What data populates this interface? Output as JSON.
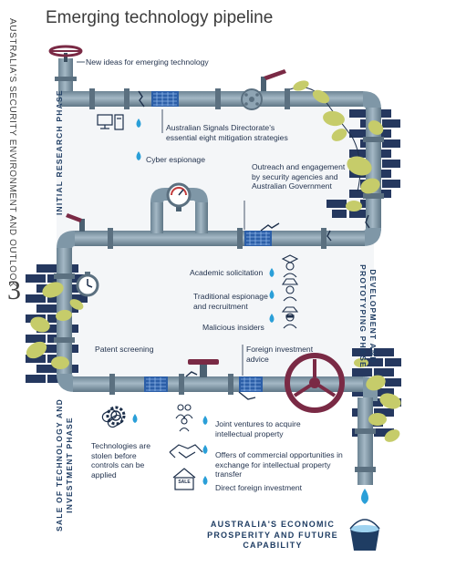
{
  "title": "Emerging technology pipeline",
  "side_label": "AUSTRALIA'S SECURITY ENVIRONMENT AND OUTLOOK",
  "page_number": "3",
  "phases": {
    "initial": "INITIAL RESEARCH PHASE",
    "development": "DEVELOPMENT AND PROTOTYPING PHASE",
    "sale": "SALE OF TECHNOLOGY AND INVESTMENT PHASE"
  },
  "labels": {
    "new_ideas": "New ideas for emerging technology",
    "asd": "Australian Signals Directorate's essential eight mitigation strategies",
    "cyber": "Cyber espionage",
    "outreach": "Outreach and engagement by security agencies and Australian Government",
    "academic": "Academic solicitation",
    "traditional": "Traditional espionage and recruitment",
    "insiders": "Malicious insiders",
    "patent": "Patent screening",
    "foreign_advice": "Foreign investment advice",
    "stolen": "Technologies are stolen before controls can be applied",
    "joint": "Joint ventures to acquire intellectual property",
    "offers": "Offers of commercial opportunities in exchange for intellectual property transfer",
    "fdi": "Direct foreign investment",
    "sale_tag": "SALE",
    "outcome": "AUSTRALIA'S ECONOMIC PROSPERITY AND FUTURE CAPABILITY"
  },
  "colors": {
    "pipe": "#6f8899",
    "pipe_light": "#8fa6b5",
    "brick": "#25385f",
    "leaf": "#c6cc6a",
    "valve": "#7a2a45",
    "water": "#2a9fd8",
    "filter": "#2c5fa8"
  }
}
